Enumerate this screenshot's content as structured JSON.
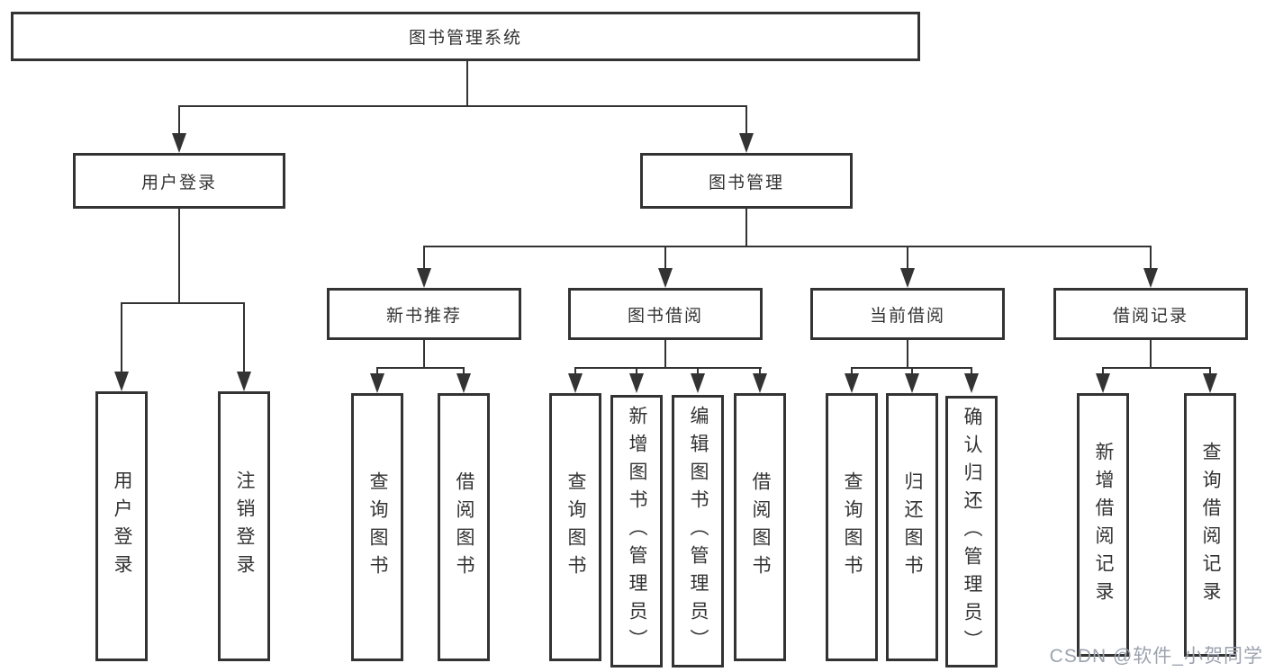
{
  "diagram": {
    "title": "图书管理系统",
    "root": {
      "label": "图书管理系统"
    },
    "branches": {
      "user_login": {
        "label": "用户登录",
        "children": [
          {
            "label": "用户登录"
          },
          {
            "label": "注销登录"
          }
        ]
      },
      "book_management": {
        "label": "图书管理",
        "children": [
          {
            "label": "新书推荐",
            "children": [
              {
                "label": "查询图书"
              },
              {
                "label": "借阅图书"
              }
            ]
          },
          {
            "label": "图书借阅",
            "children": [
              {
                "label": "查询图书"
              },
              {
                "label": "新增图书（管理员）"
              },
              {
                "label": "编辑图书（管理员）"
              },
              {
                "label": "借阅图书"
              }
            ]
          },
          {
            "label": "当前借阅",
            "children": [
              {
                "label": "查询图书"
              },
              {
                "label": "归还图书"
              },
              {
                "label": "确认归还（管理员）"
              }
            ]
          },
          {
            "label": "借阅记录",
            "children": [
              {
                "label": "新增借阅记录"
              },
              {
                "label": "查询借阅记录"
              }
            ]
          }
        ]
      }
    }
  },
  "watermark": {
    "text": "CSDN @软件_小贺同学",
    "color": "#9ca3af"
  },
  "colors": {
    "background": "#ffffff",
    "box_bg": "#ffffff",
    "box_border": "#333333",
    "line": "#333333",
    "text": "#333333"
  }
}
